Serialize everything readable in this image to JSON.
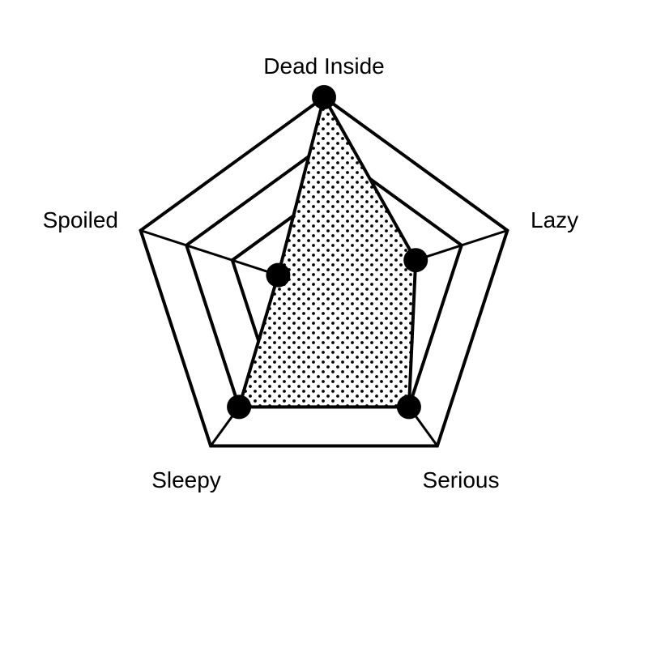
{
  "chart_data": {
    "type": "radar",
    "axes": [
      "Dead Inside",
      "Lazy",
      "Serious",
      "Sleepy",
      "Spoiled"
    ],
    "values": [
      4,
      2,
      3,
      3,
      1
    ],
    "range": [
      0,
      4
    ],
    "levels": 4,
    "fill": "dotted",
    "colors": {
      "stroke": "#000000",
      "fill": "#ffffff",
      "markers": "#000000"
    }
  }
}
